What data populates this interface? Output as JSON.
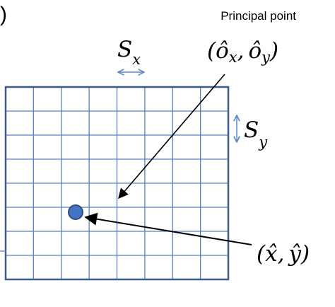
{
  "figure": {
    "panel_label": ")",
    "principal_point_label": "Principal point",
    "principal_point": {
      "open": "(",
      "ox": "ô",
      "ox_sub": "x",
      "comma": ",",
      "oy": "ô",
      "oy_sub": "y",
      "close": ")"
    },
    "sx": {
      "symbol": "S",
      "sub": "x"
    },
    "sy": {
      "symbol": "S",
      "sub": "y"
    },
    "point": {
      "open": "(",
      "x": "x̂",
      "comma": ",",
      "y": "ŷ",
      "close": ")"
    },
    "grid": {
      "columns": 8,
      "rows": 8
    },
    "colors": {
      "grid_border": "#3f5b8c",
      "grid_line": "#5b7fc0",
      "dimension_arrow": "#5a86c7",
      "pixel_dot": "#4472c4",
      "pixel_dot_stroke": "#2f4f80",
      "text": "#000000"
    }
  }
}
